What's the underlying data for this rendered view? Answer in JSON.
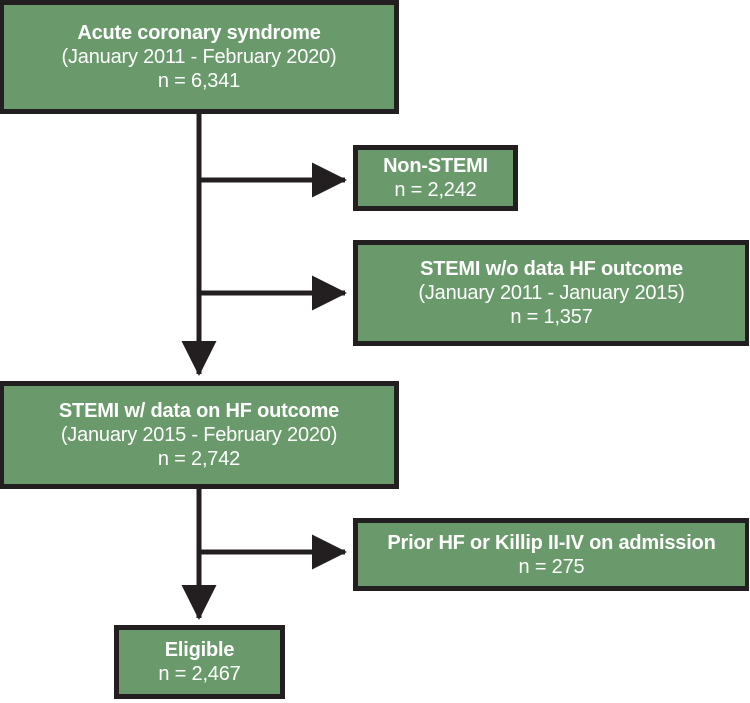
{
  "diagram": {
    "type": "patient-selection-flowchart",
    "colors": {
      "node_fill": "#6a9a6c",
      "node_border": "#231f20",
      "node_text": "#ffffff",
      "connector": "#231f20",
      "background": "#ffffff"
    },
    "nodes": [
      {
        "id": "acs",
        "title": "Acute coronary syndrome",
        "period": "(January 2011 - February 2020)",
        "count": "n = 6,341"
      },
      {
        "id": "non-stemi",
        "title": "Non-STEMI",
        "period": "",
        "count": "n = 2,242"
      },
      {
        "id": "stemi-no-data",
        "title": "STEMI w/o data HF outcome",
        "period": "(January 2011 - January 2015)",
        "count": "n = 1,357"
      },
      {
        "id": "stemi-data",
        "title": "STEMI w/ data on HF outcome",
        "period": "(January 2015 - February 2020)",
        "count": "n = 2,742"
      },
      {
        "id": "prior-hf",
        "title": "Prior HF or Killip II-IV on admission",
        "period": "",
        "count": "n = 275"
      },
      {
        "id": "eligible",
        "title": "Eligible",
        "period": "",
        "count": "n = 2,467"
      }
    ],
    "connectors": [
      {
        "id": "acs-to-nonstemi",
        "from": "acs",
        "to": "non-stemi",
        "kind": "branch-right"
      },
      {
        "id": "acs-to-stemi-no-data",
        "from": "acs",
        "to": "stemi-no-data",
        "kind": "branch-right"
      },
      {
        "id": "acs-to-stemi-data",
        "from": "acs",
        "to": "stemi-data",
        "kind": "down"
      },
      {
        "id": "stemi-data-to-prior-hf",
        "from": "stemi-data",
        "to": "prior-hf",
        "kind": "branch-right"
      },
      {
        "id": "stemi-data-to-eligible",
        "from": "stemi-data",
        "to": "eligible",
        "kind": "down"
      }
    ]
  }
}
